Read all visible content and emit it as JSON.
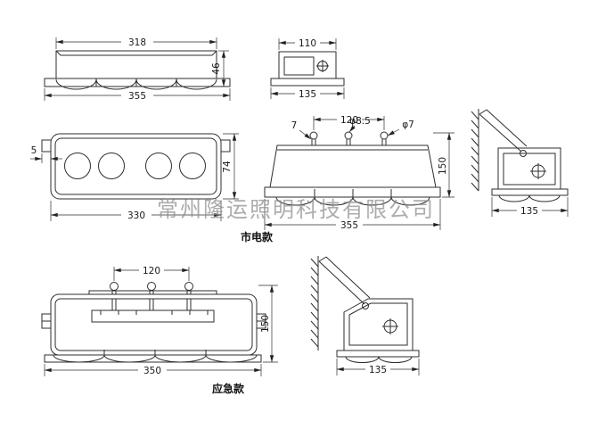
{
  "watermark": "常州隆运照明科技有限公司",
  "labels": {
    "mains": "市电款",
    "emergency": "应急款"
  },
  "top_view": {
    "w_top": "318",
    "h_right": "46",
    "w_bottom": "355"
  },
  "end_view": {
    "w_top": "110",
    "w_bottom": "135"
  },
  "front_view": {
    "tab": "5",
    "height": "74",
    "width": "330"
  },
  "side_view": {
    "span": "120",
    "off": "7",
    "d1": "φ8.5",
    "d2": "φ7",
    "height": "150",
    "width": "355"
  },
  "mount_mains": {
    "width": "135"
  },
  "front_emergency": {
    "span": "120",
    "height": "150",
    "width": "350"
  },
  "mount_emergency": {
    "width": "135"
  }
}
